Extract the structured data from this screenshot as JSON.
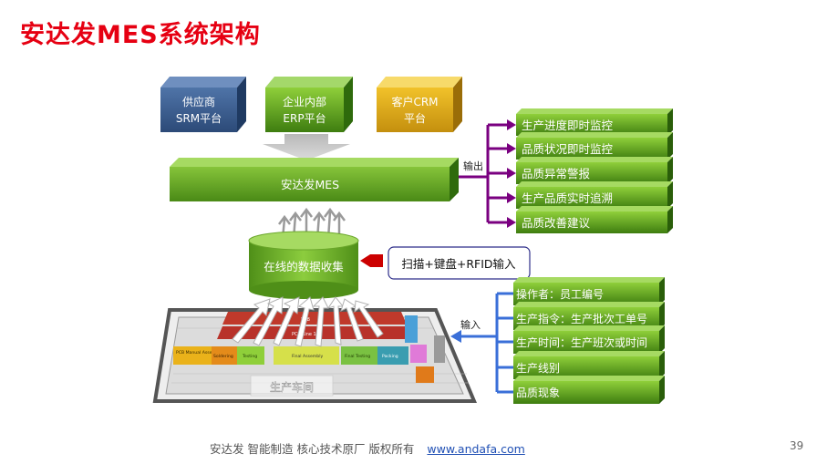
{
  "title": "安达发MES系统架构",
  "top_boxes": [
    {
      "line1": "供应商",
      "line2": "SRM平台",
      "color": "#3a5a8a"
    },
    {
      "line1": "企业内部",
      "line2": "ERP平台",
      "color": "#6aa62a"
    },
    {
      "line1": "客户CRM",
      "line2": "平台",
      "color": "#d8a418"
    }
  ],
  "mes_label": "安达发MES",
  "output_label": "输出",
  "output_items": [
    "生产进度即时监控",
    "品质状况即时监控",
    "品质异常警报",
    "生产品质实时追溯",
    "品质改善建议"
  ],
  "cylinder_label": "在线的数据收集",
  "scan_label": "扫描+键盘+RFID输入",
  "input_label": "输入",
  "input_items": [
    "操作者：员工编号",
    "生产指令：生产批次工单号",
    "生产时间：生产班次或时间",
    "生产线别",
    "品质现象"
  ],
  "floor": {
    "stations": [
      "PCB Manual Assembly",
      "Soldering",
      "Testing",
      "Final Assembly",
      "Final Testing",
      "Packing"
    ],
    "line_top": "PCB",
    "line_mid": "PCB Line 1",
    "workshop_label": "生产车间"
  },
  "footer": {
    "text": "安达发   智能制造 核心技术原厂    版权所有",
    "link": "www.andafa.com"
  },
  "page_number": "39",
  "colors": {
    "title": "#e60012",
    "green": "#5a9a1a",
    "purple": "#7a0080",
    "blue": "#3a6fd8",
    "scan_arrow": "#cc0000"
  }
}
